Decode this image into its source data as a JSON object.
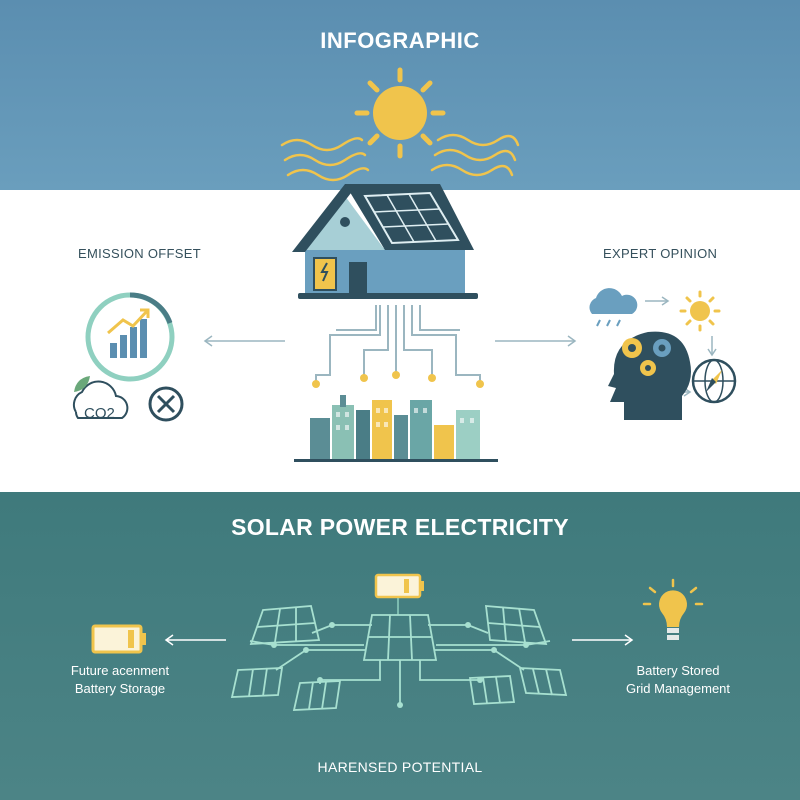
{
  "header": {
    "title": "INFOGRAPHIC"
  },
  "left_panel": {
    "label": "EMISSION OFFSET",
    "co2_label": "CO2"
  },
  "right_panel": {
    "label": "EXPERT OPINION"
  },
  "bottom": {
    "title": "SOLAR POWER ELECTRICITY",
    "left_caption_line1": "Future acenment",
    "left_caption_line2": "Battery Storage",
    "right_caption_line1": "Battery Stored",
    "right_caption_line2": "Grid Management",
    "footer": "HARENSED POTENTIAL"
  },
  "colors": {
    "top_band": "#6a9ebd",
    "bottom_band": "#46807f",
    "sun": "#f0c44c",
    "house_wall": "#6a9fbf",
    "roof": "#2f4f5e",
    "accent_teal": "#8fd0c0"
  },
  "icons": [
    "sun-icon",
    "house-icon",
    "solar-panel-icon",
    "city-skyline-icon",
    "growth-chart-icon",
    "co2-leaf-icon",
    "cancel-x-icon",
    "cloud-rain-icon",
    "head-gears-icon",
    "compass-globe-icon",
    "battery-icon",
    "lightbulb-icon"
  ]
}
